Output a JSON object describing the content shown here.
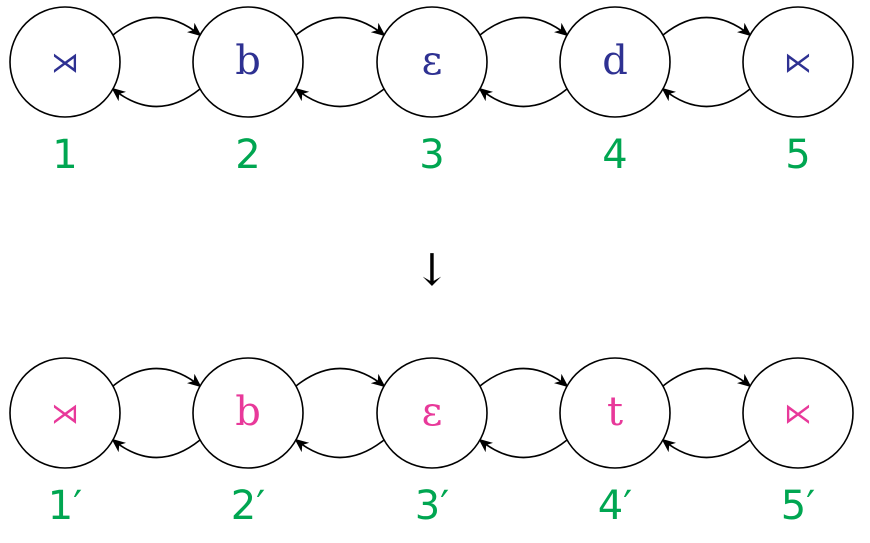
{
  "colors": {
    "top_symbol": "#2e3192",
    "bottom_symbol": "#e8399a",
    "index": "#00a651",
    "stroke": "#000000"
  },
  "rows": [
    {
      "nodes": [
        {
          "symbol": "⋊",
          "index": "1"
        },
        {
          "symbol": "b",
          "index": "2"
        },
        {
          "symbol": "ε",
          "index": "3"
        },
        {
          "symbol": "d",
          "index": "4"
        },
        {
          "symbol": "⋉",
          "index": "5"
        }
      ]
    },
    {
      "nodes": [
        {
          "symbol": "⋊",
          "index": "1′"
        },
        {
          "symbol": "b",
          "index": "2′"
        },
        {
          "symbol": "ε",
          "index": "3′"
        },
        {
          "symbol": "t",
          "index": "4′"
        },
        {
          "symbol": "⋉",
          "index": "5′"
        }
      ]
    }
  ],
  "transition_arrow": "↓"
}
